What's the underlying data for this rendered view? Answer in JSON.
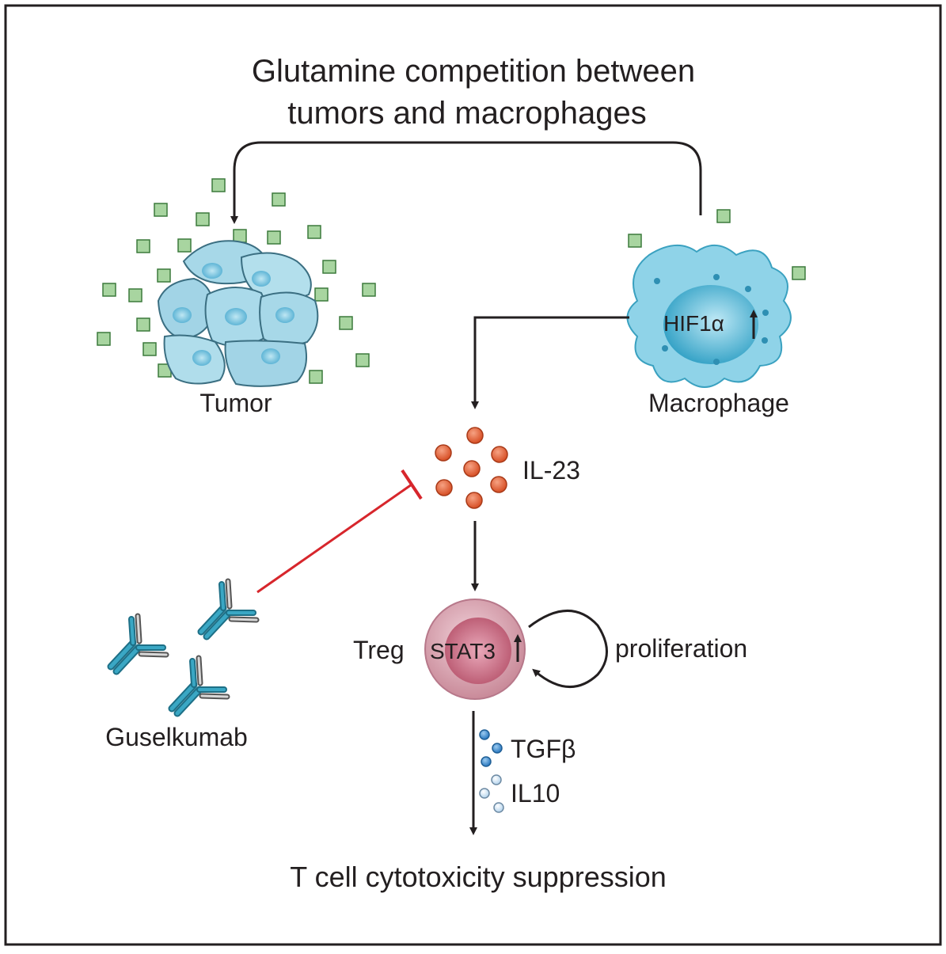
{
  "title": {
    "line1": "Glutamine competition between",
    "line2": "tumors and macrophages"
  },
  "labels": {
    "tumor": "Tumor",
    "macrophage": "Macrophage",
    "hif": "HIF1α",
    "il23": "IL-23",
    "treg": "Treg",
    "stat3": "STAT3",
    "proliferation": "proliferation",
    "guselkumab": "Guselkumab",
    "tgfb": "TGFβ",
    "il10": "IL10",
    "outcome": "T cell cytotoxicity suppression"
  },
  "colors": {
    "border": "#231f20",
    "arrow": "#231f20",
    "inhibit": "#d7262c",
    "glutamine_fill": "#a8d5a0",
    "glutamine_stroke": "#3c7a3c",
    "tumor_cell": "#a7d8e8",
    "tumor_nucleus": "#6fc0dd",
    "macrophage": "#8fd3e8",
    "il23": "#e8663e",
    "treg": "#d99aa9",
    "tgfb": "#3f8ed0",
    "il10": "#cfe6f5",
    "antibody": "#3aa7c4"
  },
  "icons": [
    "glutamine-square",
    "tumor-cell-cluster",
    "macrophage-cell",
    "il23-dot",
    "treg-cell",
    "antibody-icon",
    "up-arrow-icon",
    "inhibition-bar"
  ]
}
